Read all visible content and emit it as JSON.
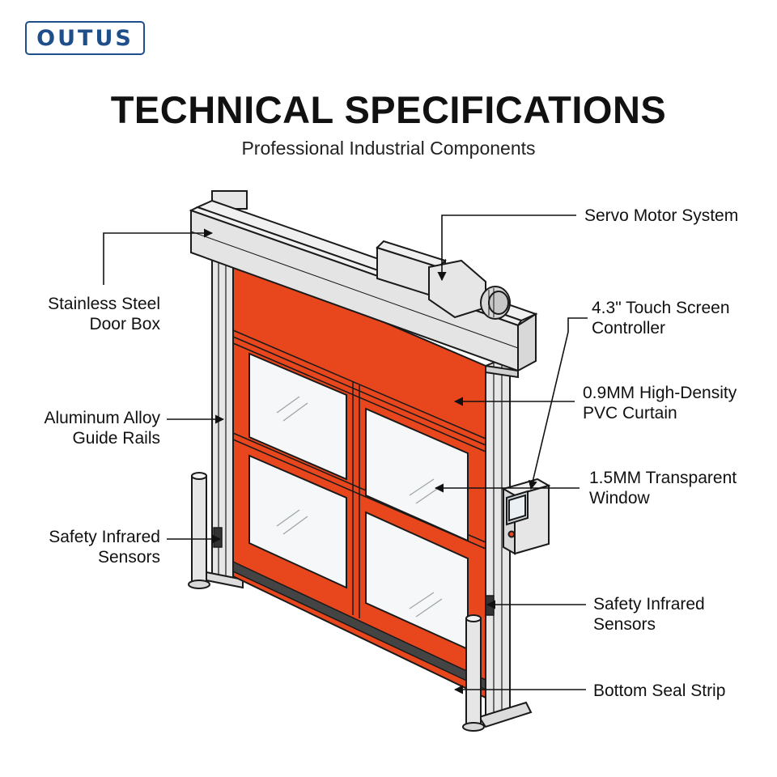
{
  "brand": {
    "logo_text": "OUTUS",
    "color": "#1f4f8b"
  },
  "header": {
    "title": "TECHNICAL SPECIFICATIONS",
    "subtitle": "Professional Industrial Components"
  },
  "colors": {
    "curtain": "#e8461d",
    "frame": "#e6e6e6",
    "outline": "#1a1a1a",
    "window": "#f5f7f8"
  },
  "callouts": {
    "servo_motor": "Servo Motor System",
    "door_box": "Stainless Steel\nDoor Box",
    "touch_screen": "4.3\" Touch Screen\nController",
    "pvc_curtain": "0.9MM High-Density\nPVC Curtain",
    "guide_rails": "Aluminum Alloy\nGuide Rails",
    "window": "1.5MM Transparent\nWindow",
    "sensors_left": "Safety Infrared\nSensors",
    "sensors_right": "Safety Infrared\nSensors",
    "bottom_seal": "Bottom Seal Strip"
  }
}
